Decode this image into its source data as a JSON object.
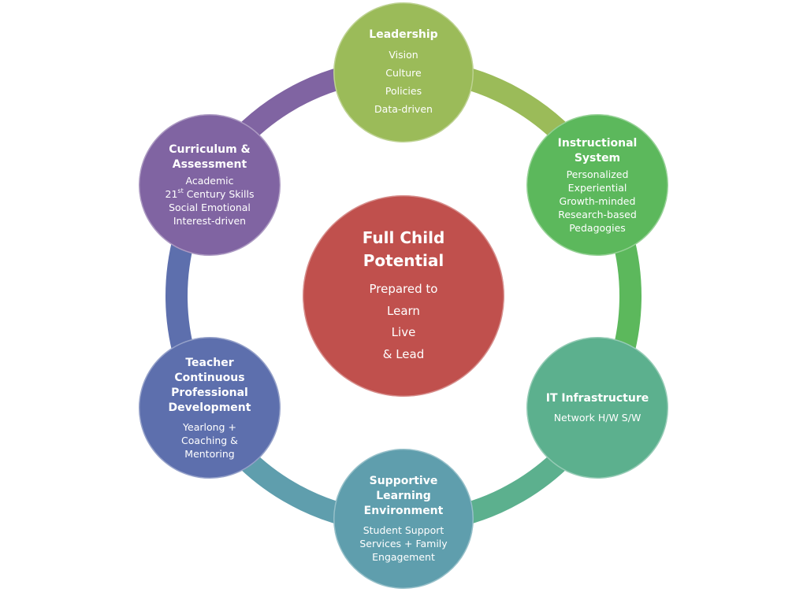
{
  "colors": {
    "leadership": "#9bbb59",
    "instructional": "#5cb85c",
    "it": "#5cb08e",
    "supportive": "#5f9ead",
    "teacher": "#5d6fad",
    "curriculum": "#8064a2",
    "center": "#c0504d"
  },
  "center": {
    "title_line1": "Full Child",
    "title_line2": "Potential",
    "items": [
      "Prepared to",
      "Learn",
      "Live",
      "& Lead"
    ]
  },
  "nodes": {
    "leadership": {
      "title": "Leadership",
      "items": [
        "Vision",
        "Culture",
        "Policies",
        "Data-driven"
      ]
    },
    "instructional": {
      "title_line1": "Instructional",
      "title_line2": "System",
      "items": [
        "Personalized",
        "Experiential",
        "Growth-minded",
        "Research-based",
        "Pedagogies"
      ]
    },
    "it": {
      "title": "IT Infrastructure",
      "items": [
        "Network H/W S/W"
      ]
    },
    "supportive": {
      "title_line1": "Supportive",
      "title_line2": "Learning",
      "title_line3": "Environment",
      "items": [
        "Student Support",
        "Services + Family",
        "Engagement"
      ]
    },
    "teacher": {
      "title_line1": "Teacher",
      "title_line2": "Continuous",
      "title_line3": "Professional",
      "title_line4": "Development",
      "items": [
        "Yearlong +",
        "Coaching &",
        "Mentoring"
      ]
    },
    "curriculum": {
      "title_line1": "Curriculum &",
      "title_line2": "Assessment",
      "item_academic": "Academic",
      "item_21_prefix": "21",
      "item_21_sup": "st",
      "item_21_suffix": " Century Skills",
      "item_social": "Social Emotional",
      "item_interest": "Interest-driven"
    }
  }
}
